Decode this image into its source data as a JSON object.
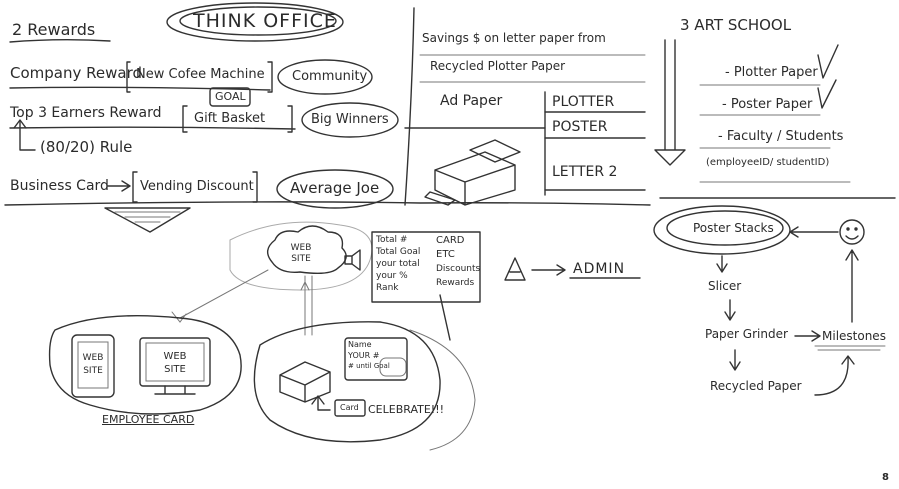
{
  "title": "THINK OFFICE",
  "rewards": {
    "heading": "2 Rewards",
    "company_reward": "Company Reward",
    "company_reward_item": "New Cofee Machine",
    "goal": "GOAL",
    "community": "Community",
    "top3": "Top 3 Earners Reward",
    "top3_item": "Gift Basket",
    "big_winners": "Big Winners",
    "rule": "(80/20) Rule",
    "business_card": "Business Card",
    "vending": "Vending Discount",
    "average_joe": "Average Joe"
  },
  "savings": {
    "note_line1": "Savings $ on letter paper from",
    "note_line2": "Recycled Plotter Paper",
    "ad_paper": "Ad Paper",
    "plotter": "PLOTTER",
    "poster": "POSTER",
    "letter": "LETTER 2"
  },
  "art_school": {
    "heading": "3 ART SCHOOL",
    "items": [
      "- Plotter Paper",
      "- Poster Paper",
      "- Faculty / Students"
    ],
    "id_note": "(employeeID/ studentID)"
  },
  "flow": {
    "poster_stacks": "Poster Stacks",
    "slicer": "Slicer",
    "grinder": "Paper Grinder",
    "milestones": "Milestones",
    "recycled": "Recycled Paper"
  },
  "system": {
    "web_site_cloud": "WEB SITE",
    "card_lines": [
      "Total #",
      "Total Goal",
      "your total",
      "your %",
      "Rank"
    ],
    "card_right": [
      "CARD",
      "ETC",
      "Discounts",
      "Rewards"
    ],
    "admin": "ADMIN",
    "phone_web": "WEB SITE",
    "monitor_web": "WEB SITE",
    "employee_card": "EMPLOYEE CARD",
    "kiosk_screen": [
      "Name",
      "YOUR #",
      "# until Goal"
    ],
    "kiosk_card": "Card",
    "celebrate": "CELEBRATE!!!"
  },
  "page_number": "8"
}
